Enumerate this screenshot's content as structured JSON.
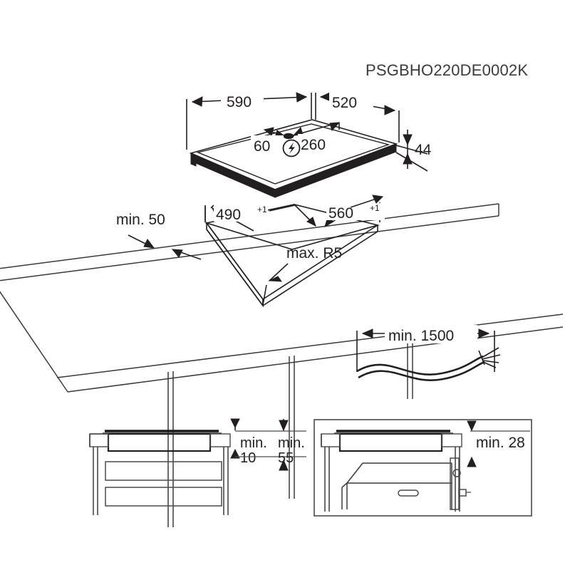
{
  "document": {
    "code": "PSGBHO220DE0002K",
    "type": "installation-drawing",
    "subject": "built-in hob installation dimensions"
  },
  "hob_view": {
    "width_label": "590",
    "depth_label": "520",
    "height_label": "44",
    "connection_offset_label": "60",
    "connection_center_label": "260",
    "power_icon": "lightning-bolt-icon"
  },
  "cutout_view": {
    "edge_distance_label": "min. 50",
    "cutout_depth_label": "490",
    "cutout_depth_tolerance": "+1",
    "cutout_width_label": "560",
    "cutout_width_tolerance": "+1",
    "corner_radius_label": "max. R5"
  },
  "cable_view": {
    "length_label": "min. 1500"
  },
  "detail_left": {
    "clearance_label_line1": "min.",
    "clearance_label_line2": "10",
    "depth_label_line1": "min.",
    "depth_label_line2": "55"
  },
  "detail_right": {
    "clearance_label": "min. 28"
  },
  "colors": {
    "line": "#231f20",
    "line_light": "#4a4a4a",
    "background": "#ffffff",
    "code_text": "#3b3b3b"
  }
}
